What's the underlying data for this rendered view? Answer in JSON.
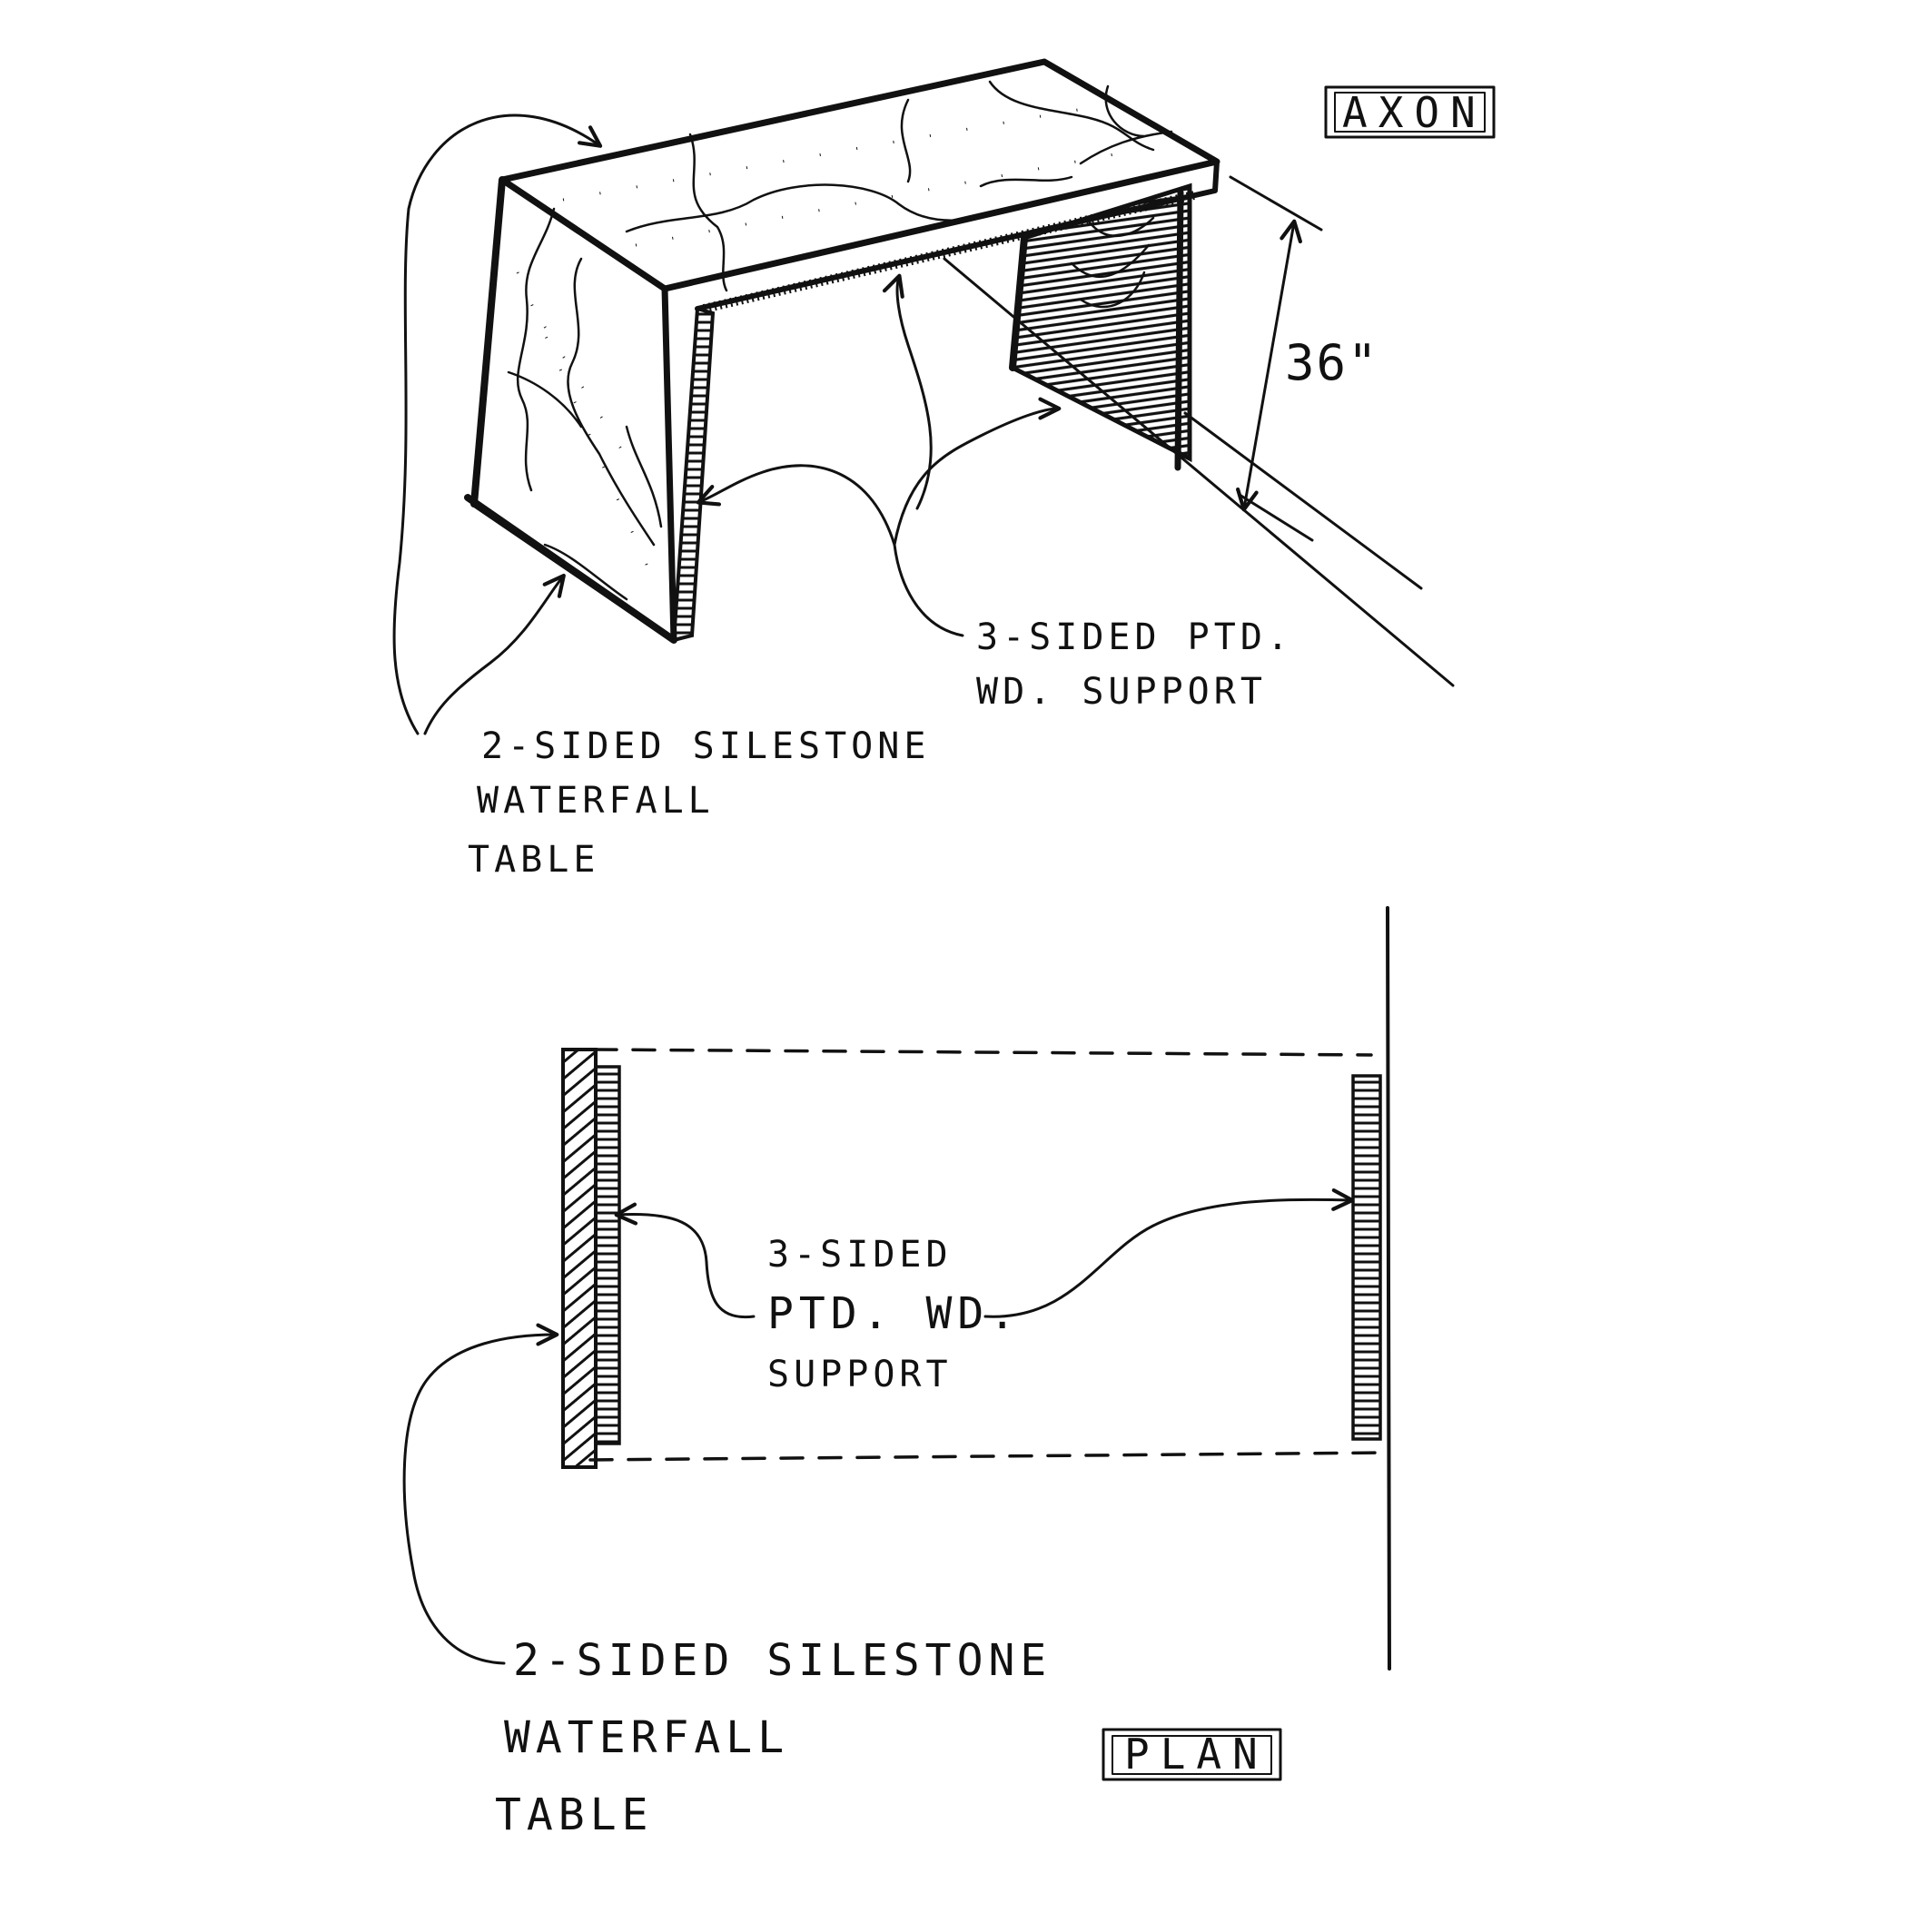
{
  "axon": {
    "title": "AXON",
    "dimension": "36\"",
    "support_label": [
      "3-SIDED PTD.",
      "WD. SUPPORT"
    ],
    "table_label": [
      "2-SIDED SILESTONE",
      "WATERFALL",
      "TABLE"
    ]
  },
  "plan": {
    "title": "PLAN",
    "support_label": [
      "3-SIDED",
      "PTD. WD.",
      "SUPPORT"
    ],
    "table_label": [
      "2-SIDED SILESTONE",
      "WATERFALL",
      "TABLE"
    ]
  },
  "colors": {
    "ink": "#111111",
    "paper": "#ffffff"
  }
}
